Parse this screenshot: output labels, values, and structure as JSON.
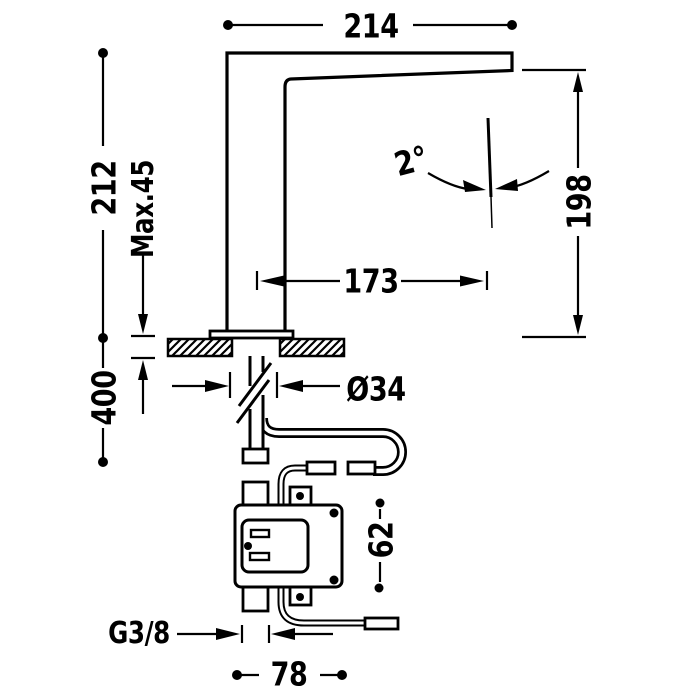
{
  "page": {
    "background": "#ffffff",
    "line_color": "#000000",
    "description": "Technical dimension drawing of deck-mounted electronic basin faucet"
  },
  "labels": {
    "spout_width": "214",
    "overall_height": "212",
    "max_counter_thickness": "Max.45",
    "outlet_height": "198",
    "outlet_angle": "2°",
    "outlet_reach": "173",
    "under_counter_length": "400",
    "hole_diameter": "Ø34",
    "control_box_height": "62",
    "thread_size": "G3/8",
    "control_box_width": "78"
  }
}
